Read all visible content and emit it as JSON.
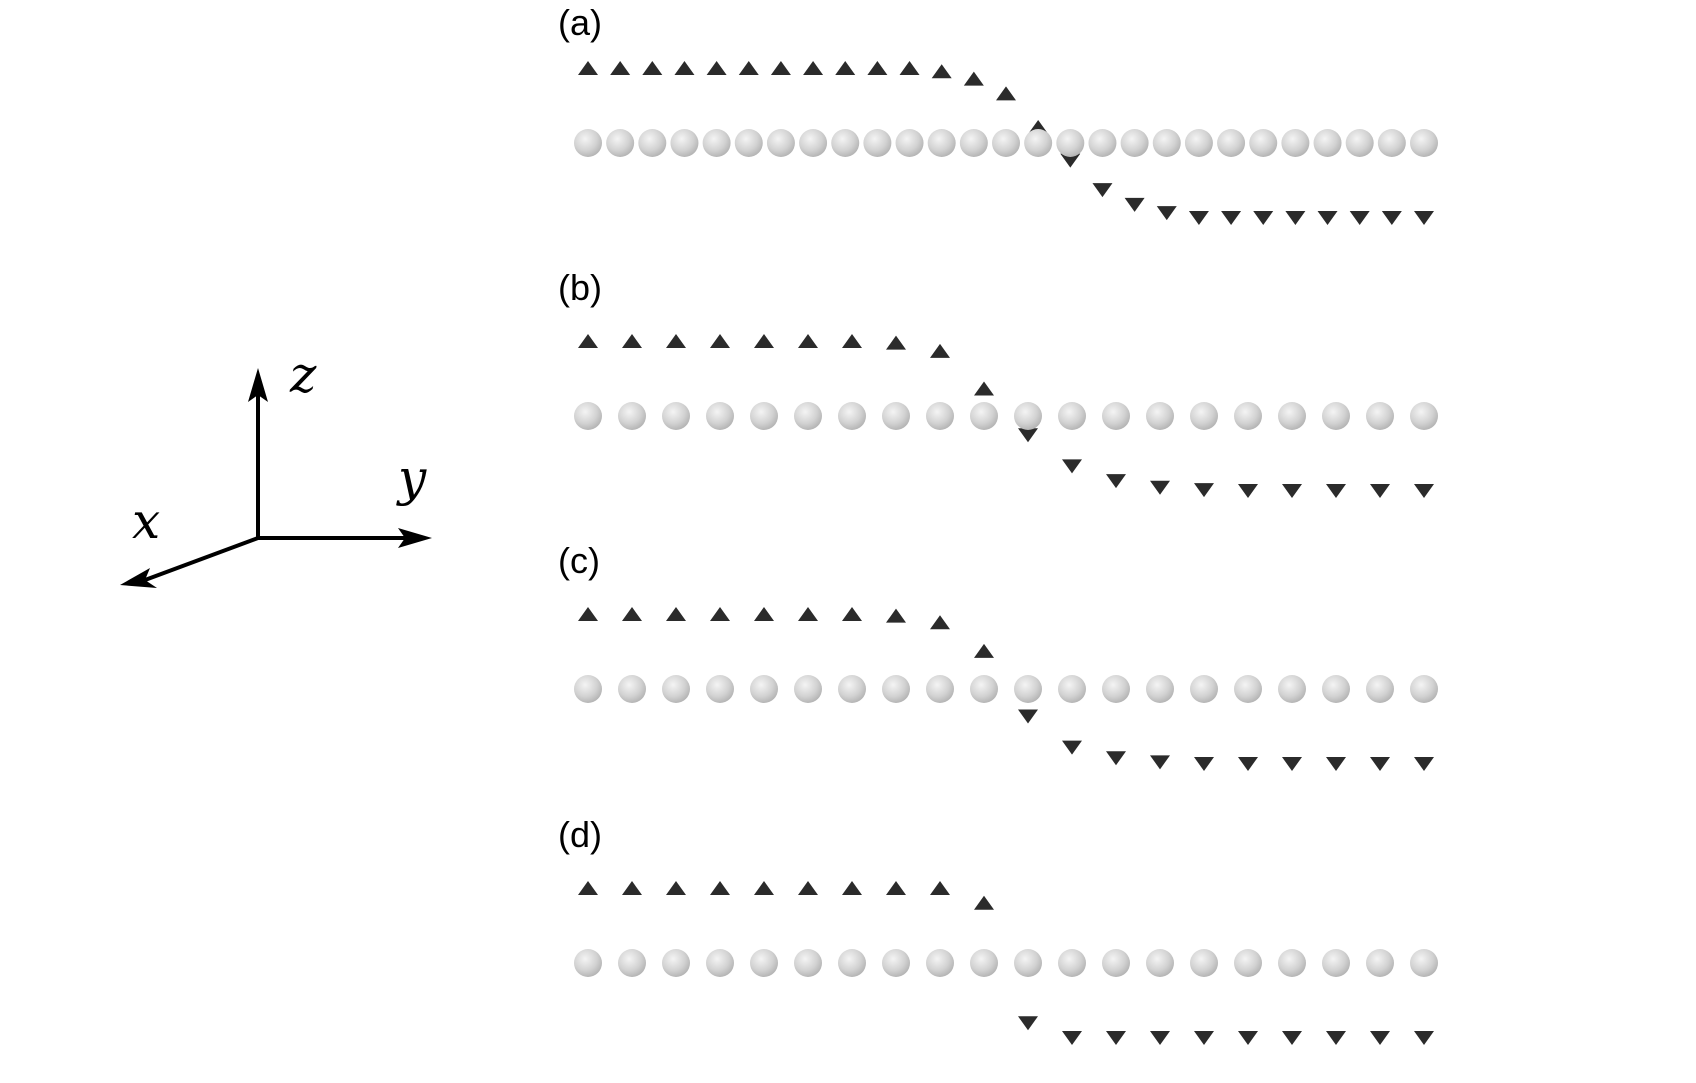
{
  "axes_triad": {
    "labels": {
      "x": "x",
      "y": "y",
      "z": "z"
    },
    "color": "#000000"
  },
  "panels": [
    {
      "label": "(a)",
      "spins": [
        1,
        1,
        1,
        1,
        1,
        1,
        1,
        1,
        1,
        1,
        1,
        0.96,
        0.87,
        0.69,
        0.28,
        -0.3,
        -0.66,
        -0.84,
        -0.94,
        -1,
        -1,
        -1,
        -1,
        -1,
        -1,
        -1,
        -1
      ]
    },
    {
      "label": "(b)",
      "spins": [
        1,
        1,
        1,
        1,
        1,
        1,
        1,
        0.98,
        0.88,
        0.42,
        -0.32,
        -0.7,
        -0.88,
        -0.96,
        -0.99,
        -1,
        -1,
        -1,
        -1,
        -1
      ]
    },
    {
      "label": "(c)",
      "spins": [
        1,
        1,
        1,
        1,
        1,
        1,
        1,
        0.98,
        0.9,
        0.55,
        -0.42,
        -0.8,
        -0.93,
        -0.98,
        -1,
        -1,
        -1,
        -1,
        -1,
        -1
      ]
    },
    {
      "label": "(d)",
      "spins": [
        1,
        1,
        1,
        1,
        1,
        1,
        1,
        1,
        1,
        0.82,
        -0.82,
        -1,
        -1,
        -1,
        -1,
        -1,
        -1,
        -1,
        -1,
        -1
      ]
    }
  ],
  "colors": {
    "arrow_dark": "#2b2b2b",
    "arrow_mid": "#9a9a9a",
    "sphere_light": "#f2f2f2",
    "sphere_dark": "#b4b4b4"
  }
}
